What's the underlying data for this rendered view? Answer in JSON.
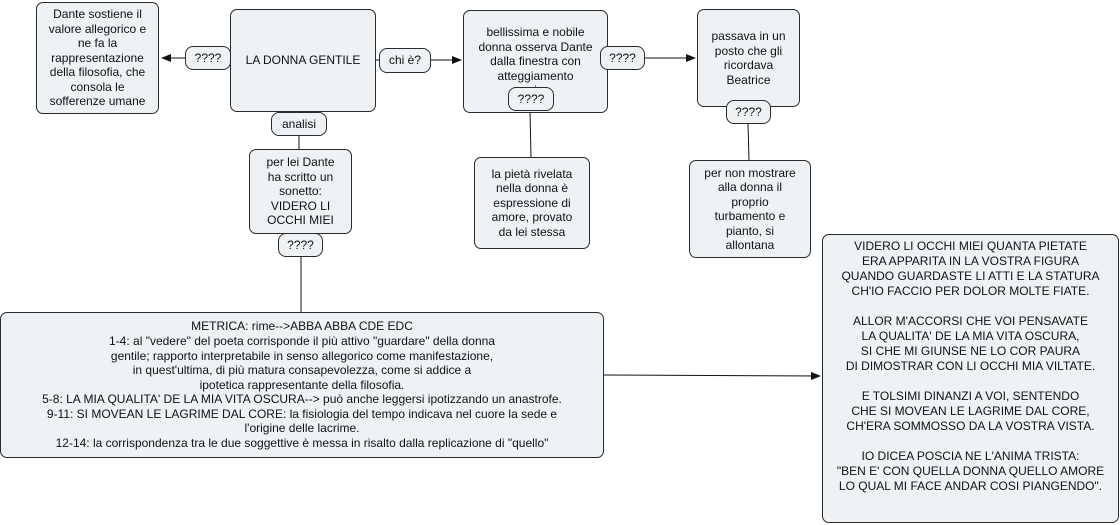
{
  "nodes": {
    "center": "LA DONNA GENTILE",
    "left": "Dante sostiene il valore allegorico e ne fa la rappresentazione della filosofia, che consola le sofferenze umane",
    "bellissima": "bellissima e nobile\ndonna osserva Dante\ndalla finestra con\natteggiamento\npio",
    "passava": "passava in un\nposto che gli\nricordava\nBeatrice",
    "pieta": "la pietà rivelata\nnella donna è\nespressione di\namore, provato\nda lei stessa",
    "nonmostrare": "per non mostrare\nalla donna il\nproprio\nturbamento e\npianto, si\nallontana",
    "perlei": "per lei Dante\nha scritto un\nsonetto:\nVIDERO LI\nOCCHI MIEI",
    "metrica": "METRICA: rime-->ABBA ABBA CDE EDC\n1-4: al \"vedere\" del poeta corrisponde il più attivo \"guardare\" della donna\ngentile; rapporto interpretabile in senso allegorico come manifestazione,\nin quest'ultima, di più matura consapevolezza, come si addice a\nipotetica rappresentante della filosofia.\n5-8: LA MIA QUALITA' DE LA MIA VITA OSCURA--> può anche leggersi ipotizzando un anastrofe.\n9-11: SI MOVEAN LE LAGRIME DAL CORE: la fisiologia del tempo indicava nel cuore la sede e\nl'origine delle lacrime.\n12-14: la corrispondenza tra le due soggettive è messa in risalto dalla replicazione di \"quello\"",
    "sonnet": "VIDERO LI OCCHI MIEI QUANTA PIETATE\nERA APPARITA IN LA VOSTRA FIGURA\nQUANDO GUARDASTE LI ATTI E LA STATURA\nCH'IO FACCIO PER DOLOR MOLTE FIATE.\n\nALLOR M'ACCORSI CHE VOI PENSAVATE\nLA QUALITA' DE LA MIA VITA OSCURA,\nSI CHE MI GIUNSE NE LO COR PAURA\nDI DIMOSTRAR CON LI OCCHI MIA VILTATE.\n\nE TOLSIMI DINANZI A VOI, SENTENDO\nCHE SI MOVEAN LE LAGRIME DAL CORE,\nCH'ERA SOMMOSSO DA LA VOSTRA VISTA.\n\nIO DICEA POSCIA NE L'ANIMA TRISTA:\n\"BEN E' CON QUELLA DONNA QUELLO AMORE\nLO QUAL MI FACE ANDAR COSI PIANGENDO\"."
  },
  "labels": {
    "left_q": "????",
    "chi": "chi è?",
    "analisi": "analisi",
    "bell_q": "????",
    "right_q": "????",
    "passava_q": "????",
    "perlei_q": "????"
  }
}
